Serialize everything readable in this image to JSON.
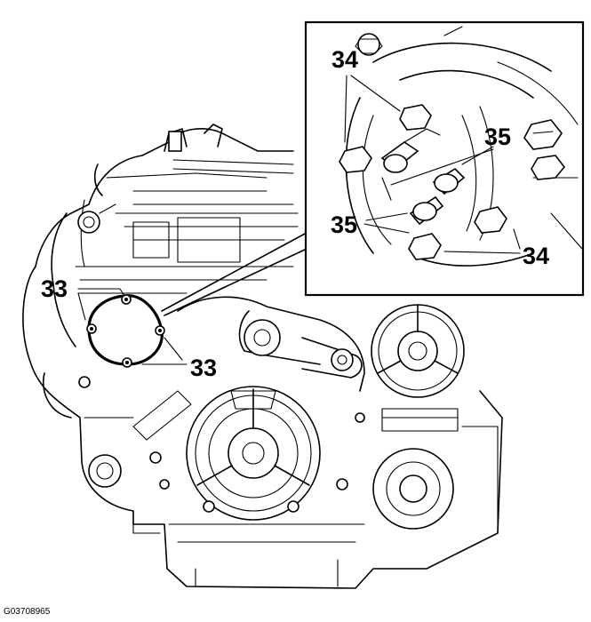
{
  "figure_code": "G03708965",
  "callouts": {
    "c33_upper": "33",
    "c33_lower": "33",
    "c34_upper": "34",
    "c34_lower": "34",
    "c35_upper": "35",
    "c35_lower": "35"
  }
}
